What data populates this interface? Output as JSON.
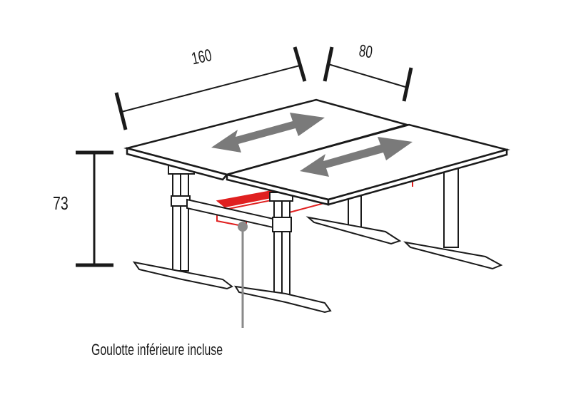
{
  "diagram": {
    "subject": "bench desk with two sliding tops",
    "dimensions": {
      "width": "160",
      "depth": "80",
      "height": "73"
    },
    "caption": "Goulotte inférieure incluse",
    "colors": {
      "line": "#1a1a1a",
      "arrow": "#7a7a7a",
      "cable_tray": "#e02020",
      "pointer": "#8a8a8a"
    }
  }
}
